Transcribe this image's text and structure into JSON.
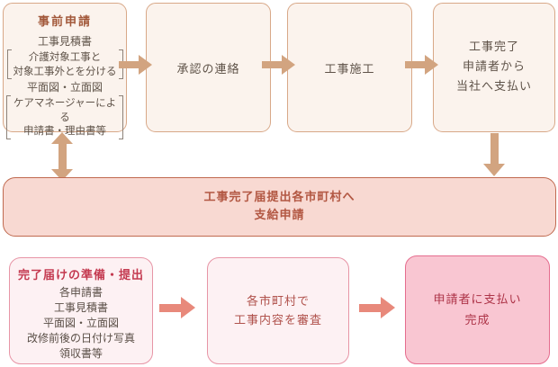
{
  "palette": {
    "top_box_bg": "#fbf3ed",
    "top_box_border": "#d8a888",
    "top_title_color": "#a2583a",
    "body_text_color": "#5f5349",
    "tan_arrow_color": "#d2a480",
    "mid_box_bg": "#f8d9d2",
    "mid_box_border": "#c06a50",
    "mid_text_color": "#b25742",
    "pink_box_bg": "#fdf1f3",
    "pink_box_border": "#e795a6",
    "pink_title_color": "#c43a50",
    "review_text_color": "#b0524c",
    "final_box_bg": "#f9c6d2",
    "final_box_border": "#e56d8e",
    "final_text_color": "#ad3448",
    "pink_arrow_color": "#e8897b"
  },
  "flow": {
    "pre_application": {
      "title": "事前申請",
      "doc1": "工事見積書",
      "bracket1": [
        "介護対象工事と",
        "対象工事外とを分ける"
      ],
      "doc2": "平面図・立面図",
      "bracket2": [
        "ケアマネージャーによる",
        "申請書・理由書等"
      ]
    },
    "approval": {
      "label": "承認の連絡"
    },
    "construction": {
      "label": "工事施工"
    },
    "completion": {
      "lines": [
        "工事完了",
        "申請者から",
        "当社へ支払い"
      ]
    },
    "submission": {
      "lines": [
        "工事完了届提出各市町村へ",
        "支給申請"
      ]
    },
    "report_prep": {
      "title": "完了届けの準備・提出",
      "items": [
        "各申請書",
        "工事見積書",
        "平面図・立面図",
        "改修前後の日付け写真",
        "領収書等"
      ]
    },
    "review": {
      "lines": [
        "各市町村で",
        "工事内容を審査"
      ]
    },
    "final_payment": {
      "lines": [
        "申請者に支払い",
        "完成"
      ]
    }
  },
  "icons": {
    "flow_arrow_right": "→",
    "flow_arrow_down": "↓",
    "flow_arrow_updown": "↕"
  }
}
